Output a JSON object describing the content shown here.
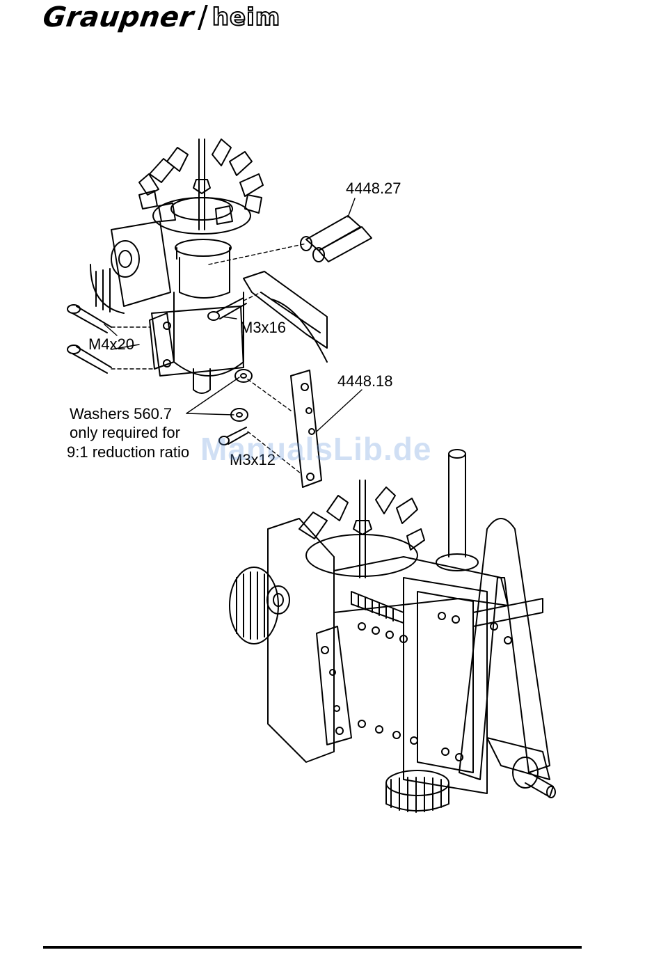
{
  "header": {
    "brand": "Graupner",
    "separator": "/",
    "sub_brand": "heim"
  },
  "callouts": {
    "part_4448_27": "4448.27",
    "screw_m3x16": "M3x16",
    "screw_m4x20": "M4x20",
    "part_4448_18": "4448.18",
    "washers_line1": "Washers 560.7",
    "washers_line2": "only required for",
    "washers_line3": "9:1 reduction ratio",
    "screw_m3x12": "M3x12"
  },
  "watermark": "ManualsLib.de",
  "colors": {
    "ink": "#000000",
    "paper": "#ffffff",
    "watermark": "#6496dc"
  }
}
